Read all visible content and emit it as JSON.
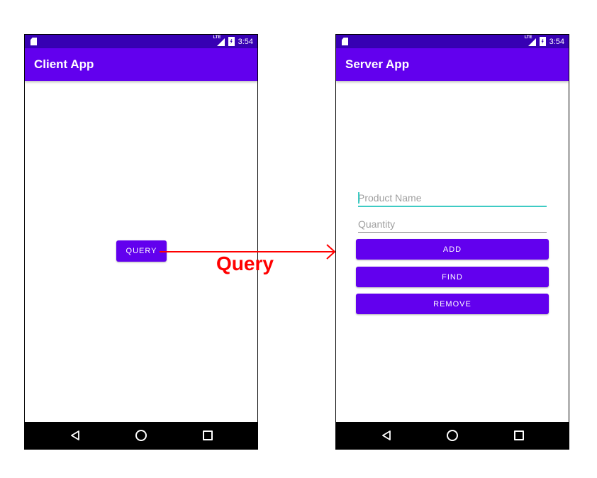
{
  "client": {
    "status_time": "3:54",
    "status_network": "LTE",
    "title": "Client App",
    "query_button_label": "QUERY"
  },
  "server": {
    "status_time": "3:54",
    "status_network": "LTE",
    "title": "Server App",
    "product_name_placeholder": "Product Name",
    "quantity_placeholder": "Quantity",
    "add_label": "ADD",
    "find_label": "FIND",
    "remove_label": "REMOVE"
  },
  "annotation": {
    "label": "Query",
    "color": "#ff0000"
  },
  "colors": {
    "status_bar": "#3700b3",
    "app_bar": "#6200ee",
    "button": "#6200ee",
    "accent": "#3ecbc4",
    "nav_bar": "#000000"
  },
  "icons": {
    "status_left": "sd-card-icon",
    "signal": "signal-icon",
    "battery": "battery-charging-icon",
    "nav": [
      "back-triangle-icon",
      "home-circle-icon",
      "recents-square-icon"
    ]
  }
}
